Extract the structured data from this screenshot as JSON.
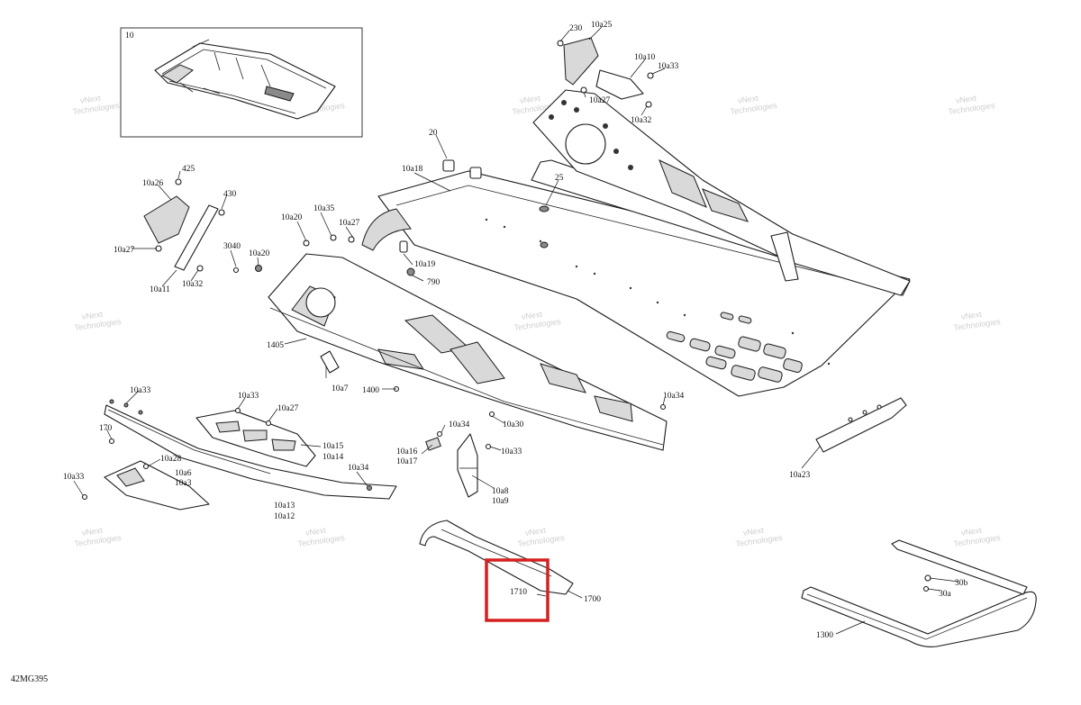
{
  "diagram_code": "42MG395",
  "watermark": {
    "line1": "vNext",
    "line2": "Technologies"
  },
  "inset": {
    "label": "10"
  },
  "highlight_color": "#d42020",
  "callouts": {
    "c230": "230",
    "c10a25": "10a25",
    "c10a10": "10a10",
    "c10a33_top": "10a33",
    "c10a27_top": "10a27",
    "c10a32_top": "10a32",
    "c20": "20",
    "c10a18": "10a18",
    "c25": "25",
    "c425": "425",
    "c10a26": "10a26",
    "c430": "430",
    "c10a27_left": "10a27",
    "c3040": "3040",
    "c10a11": "10a11",
    "c10a32_left": "10a32",
    "c10a20_a": "10a20",
    "c10a35": "10a35",
    "c10a27_mid": "10a27",
    "c10a20_b": "10a20",
    "c10a19": "10a19",
    "c790": "790",
    "c1405": "1405",
    "c10a7": "10a7",
    "c1400": "1400",
    "c10a34_right": "10a34",
    "c10a30": "10a30",
    "c10a33_rail": "10a33",
    "c10a33_mid": "10a33",
    "c10a27_low": "10a27",
    "c170": "170",
    "c10a15": "10a15",
    "c10a14": "10a14",
    "c10a28": "10a28",
    "c10a6": "10a6",
    "c10a3": "10a3",
    "c10a33_low": "10a33",
    "c10a34_low": "10a34",
    "c10a13": "10a13",
    "c10a12": "10a12",
    "c10a34_br": "10a34",
    "c10a16": "10a16",
    "c10a17": "10a17",
    "c10a33_br": "10a33",
    "c10a8": "10a8",
    "c10a9": "10a9",
    "c10a23": "10a23",
    "c1710": "1710",
    "c1700": "1700",
    "c30b": "30b",
    "c30a": "30a",
    "c1300": "1300"
  }
}
